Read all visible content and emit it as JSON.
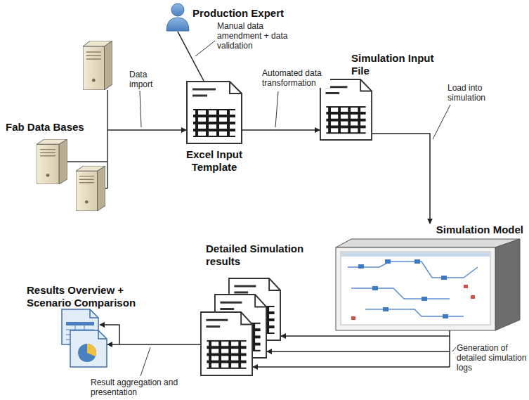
{
  "diagram": {
    "nodes": [
      {
        "text": [
          "Fab Data Bases"
        ]
      },
      {
        "text": [
          "Production Expert"
        ]
      },
      {
        "text": [
          "Excel Input Template"
        ]
      },
      {
        "text": [
          "Simulation Input File"
        ]
      },
      {
        "text": [
          "Simulation Model"
        ]
      },
      {
        "text": [
          "Detailed Simulation results"
        ]
      },
      {
        "text": [
          "Results Overview + Scenario Comparison"
        ]
      }
    ],
    "edges": [
      {
        "from": 0,
        "to": 2,
        "arrow": "to",
        "label": "Data import"
      },
      {
        "from": 1,
        "to": 2,
        "arrow": "none",
        "label": "Manual data amendment + data validation"
      },
      {
        "from": 2,
        "to": 3,
        "arrow": "to",
        "label": "Automated data transformation"
      },
      {
        "from": 3,
        "to": 4,
        "arrow": "to",
        "label": "Load into simulation"
      },
      {
        "from": 4,
        "to": 5,
        "arrow": "to",
        "label": "Generation of detailed simulation logs"
      },
      {
        "from": 5,
        "to": 6,
        "arrow": "to",
        "label": "Result aggregation and presentation"
      }
    ]
  }
}
